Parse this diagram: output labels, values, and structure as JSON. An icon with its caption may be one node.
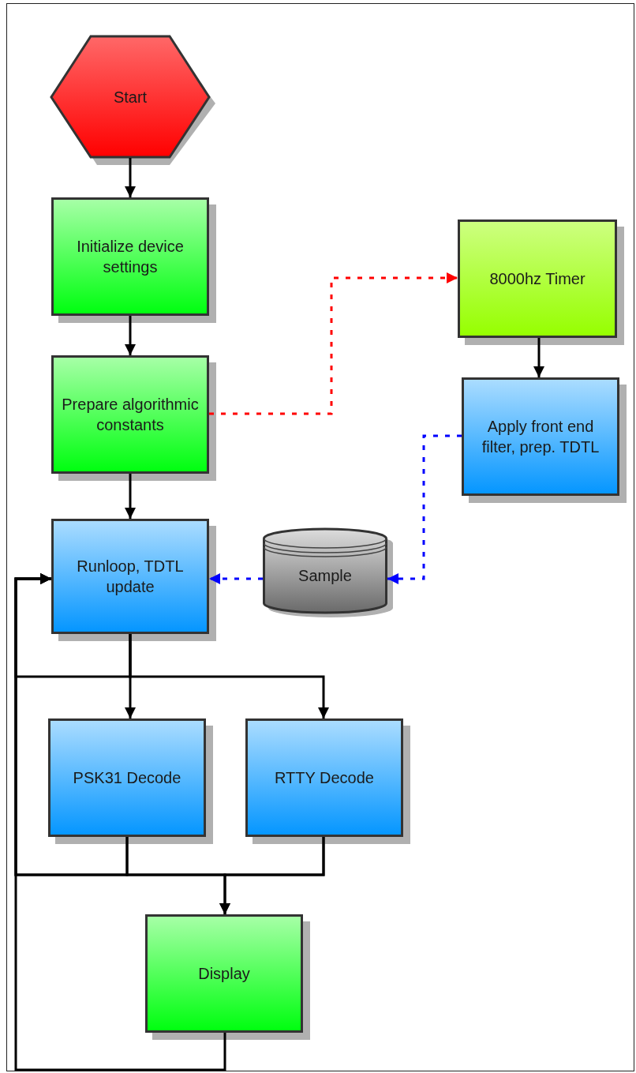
{
  "diagram": {
    "nodes": [
      {
        "text": [
          "Start"
        ]
      },
      {
        "text": [
          "Initialize device settings"
        ]
      },
      {
        "text": [
          "Prepare algorithmic constants"
        ]
      },
      {
        "text": [
          "8000hz Timer"
        ]
      },
      {
        "text": [
          "Apply front end filter, prep. TDTL"
        ]
      },
      {
        "text": [
          "Sample"
        ]
      },
      {
        "text": [
          "Runloop, TDTL update"
        ]
      },
      {
        "text": [
          "PSK31 Decode"
        ]
      },
      {
        "text": [
          "RTTY Decode"
        ]
      },
      {
        "text": [
          "Display"
        ]
      }
    ],
    "edges": [
      {
        "from": 0,
        "to": 1,
        "arrow": "to"
      },
      {
        "from": 1,
        "to": 2,
        "arrow": "to"
      },
      {
        "from": 2,
        "to": 6,
        "arrow": "to"
      },
      {
        "from": 2,
        "to": 3,
        "arrow": "to",
        "style": "dashed",
        "color": "#ff0000"
      },
      {
        "from": 3,
        "to": 4,
        "arrow": "to"
      },
      {
        "from": 4,
        "to": 5,
        "arrow": "to",
        "style": "dashed",
        "color": "#0000ff"
      },
      {
        "from": 5,
        "to": 6,
        "arrow": "to",
        "style": "dashed",
        "color": "#0000ff"
      },
      {
        "from": 6,
        "to": 7,
        "arrow": "to"
      },
      {
        "from": 6,
        "to": 8,
        "arrow": "to"
      },
      {
        "from": 6,
        "to": 6,
        "arrow": "to"
      },
      {
        "from": 7,
        "to": 9,
        "arrow": "to"
      },
      {
        "from": 8,
        "to": 9,
        "arrow": "to"
      },
      {
        "from": 7,
        "to": 6,
        "arrow": "to"
      },
      {
        "from": 8,
        "to": 6,
        "arrow": "to"
      },
      {
        "from": 9,
        "to": 6,
        "arrow": "to"
      }
    ]
  }
}
